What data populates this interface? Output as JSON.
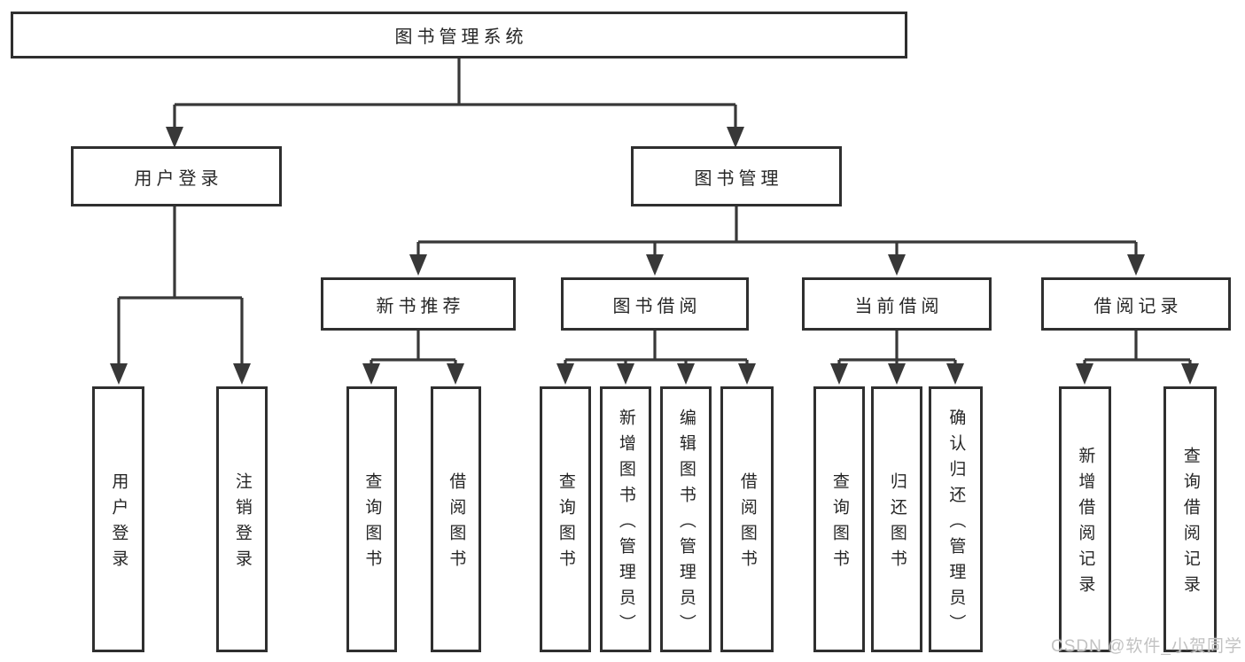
{
  "colors": {
    "line": "#383838",
    "border": "#2f2f2f",
    "text": "#262626",
    "watermark": "#c2c2c2",
    "background": "#ffffff"
  },
  "watermark": {
    "text": "CSDN @软件_小贺同学"
  },
  "tree": {
    "root": {
      "label": "图书管理系统"
    },
    "branches": [
      {
        "label": "用户登录",
        "children": [
          {
            "label": "用户登录"
          },
          {
            "label": "注销登录"
          }
        ]
      },
      {
        "label": "图书管理",
        "children": [
          {
            "label": "新书推荐",
            "children": [
              {
                "label": "查询图书"
              },
              {
                "label": "借阅图书"
              }
            ]
          },
          {
            "label": "图书借阅",
            "children": [
              {
                "label": "查询图书"
              },
              {
                "label": "新增图书（管理员）"
              },
              {
                "label": "编辑图书（管理员）"
              },
              {
                "label": "借阅图书"
              }
            ]
          },
          {
            "label": "当前借阅",
            "children": [
              {
                "label": "查询图书"
              },
              {
                "label": "归还图书"
              },
              {
                "label": "确认归还（管理员）"
              }
            ]
          },
          {
            "label": "借阅记录",
            "children": [
              {
                "label": "新增借阅记录"
              },
              {
                "label": "查询借阅记录"
              }
            ]
          }
        ]
      }
    ]
  }
}
